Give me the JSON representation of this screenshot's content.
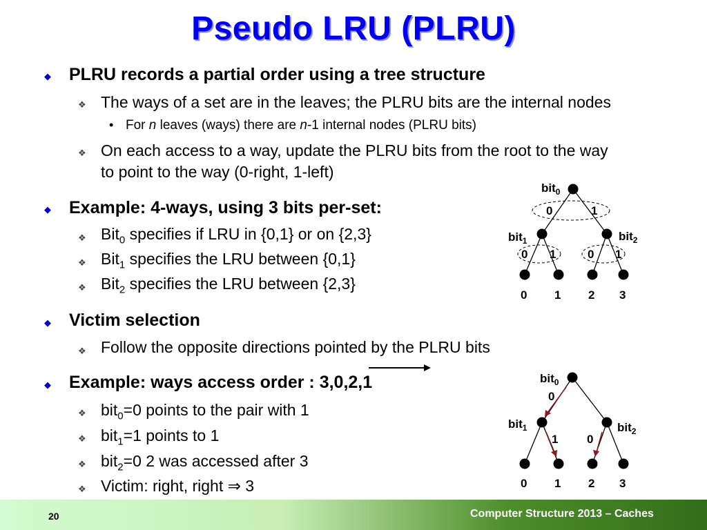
{
  "title": "Pseudo LRU (PLRU)",
  "bullets": {
    "b1": "PLRU records a partial order using a tree structure",
    "b1_1": "The ways of a set are in the leaves; the PLRU bits are the internal nodes",
    "b1_1_1_pre": "For ",
    "b1_1_1_n1": "n",
    "b1_1_1_mid": " leaves (ways) there are ",
    "b1_1_1_n2": "n",
    "b1_1_1_post": "-1 internal nodes (PLRU bits)",
    "b1_2_line1": "On each access to a way, update the PLRU bits from the root to the way",
    "b1_2_line2": "to point to the way (0-right, 1-left)",
    "b2": "Example: 4-ways, using 3 bits per-set:",
    "b2_1_pre": "Bit",
    "b2_1_sub": "0",
    "b2_1_post": " specifies if LRU in {0,1} or on {2,3}",
    "b2_2_pre": "Bit",
    "b2_2_sub": "1",
    "b2_2_post": " specifies the LRU between {0,1}",
    "b2_3_pre": "Bit",
    "b2_3_sub": "2",
    "b2_3_post": " specifies the LRU between {2,3}",
    "b3": "Victim selection",
    "b3_1": "Follow the opposite directions pointed by the PLRU bits",
    "b4": "Example: ways access order : 3,0,2,1",
    "b4_1_pre": "bit",
    "b4_1_sub": "0",
    "b4_1_post": "=0  points to the pair with 1",
    "b4_2_pre": "bit",
    "b4_2_sub": "1",
    "b4_2_post": "=1  points to 1",
    "b4_3_pre": "bit",
    "b4_3_sub": "2",
    "b4_3_post": "=0  2 was accessed after 3",
    "b4_4_pre": "Victim: right, right ",
    "b4_4_arrow": "⇒",
    "b4_4_post": " 3"
  },
  "tree1": {
    "root_label": "bit",
    "root_sub": "0",
    "left_label": "bit",
    "left_sub": "1",
    "right_label": "bit",
    "right_sub": "2",
    "edge_labels": [
      "0",
      "1",
      "0",
      "1",
      "0",
      "1"
    ],
    "leaves": [
      "0",
      "1",
      "2",
      "3"
    ]
  },
  "tree2": {
    "root_label": "bit",
    "root_sub": "0",
    "left_label": "bit",
    "left_sub": "1",
    "right_label": "bit",
    "right_sub": "2",
    "root_value": "0",
    "left_value": "1",
    "right_value": "0",
    "leaves": [
      "0",
      "1",
      "2",
      "3"
    ]
  },
  "footer": {
    "page": "20",
    "text": "Computer Structure 2013 – Caches"
  },
  "colors": {
    "title": "#0000ee",
    "bullet_l1": "#0000cc",
    "pointer_arrow": "#8b1a1a",
    "footer_dark": "#326d1a",
    "footer_light": "#d2fad0"
  }
}
